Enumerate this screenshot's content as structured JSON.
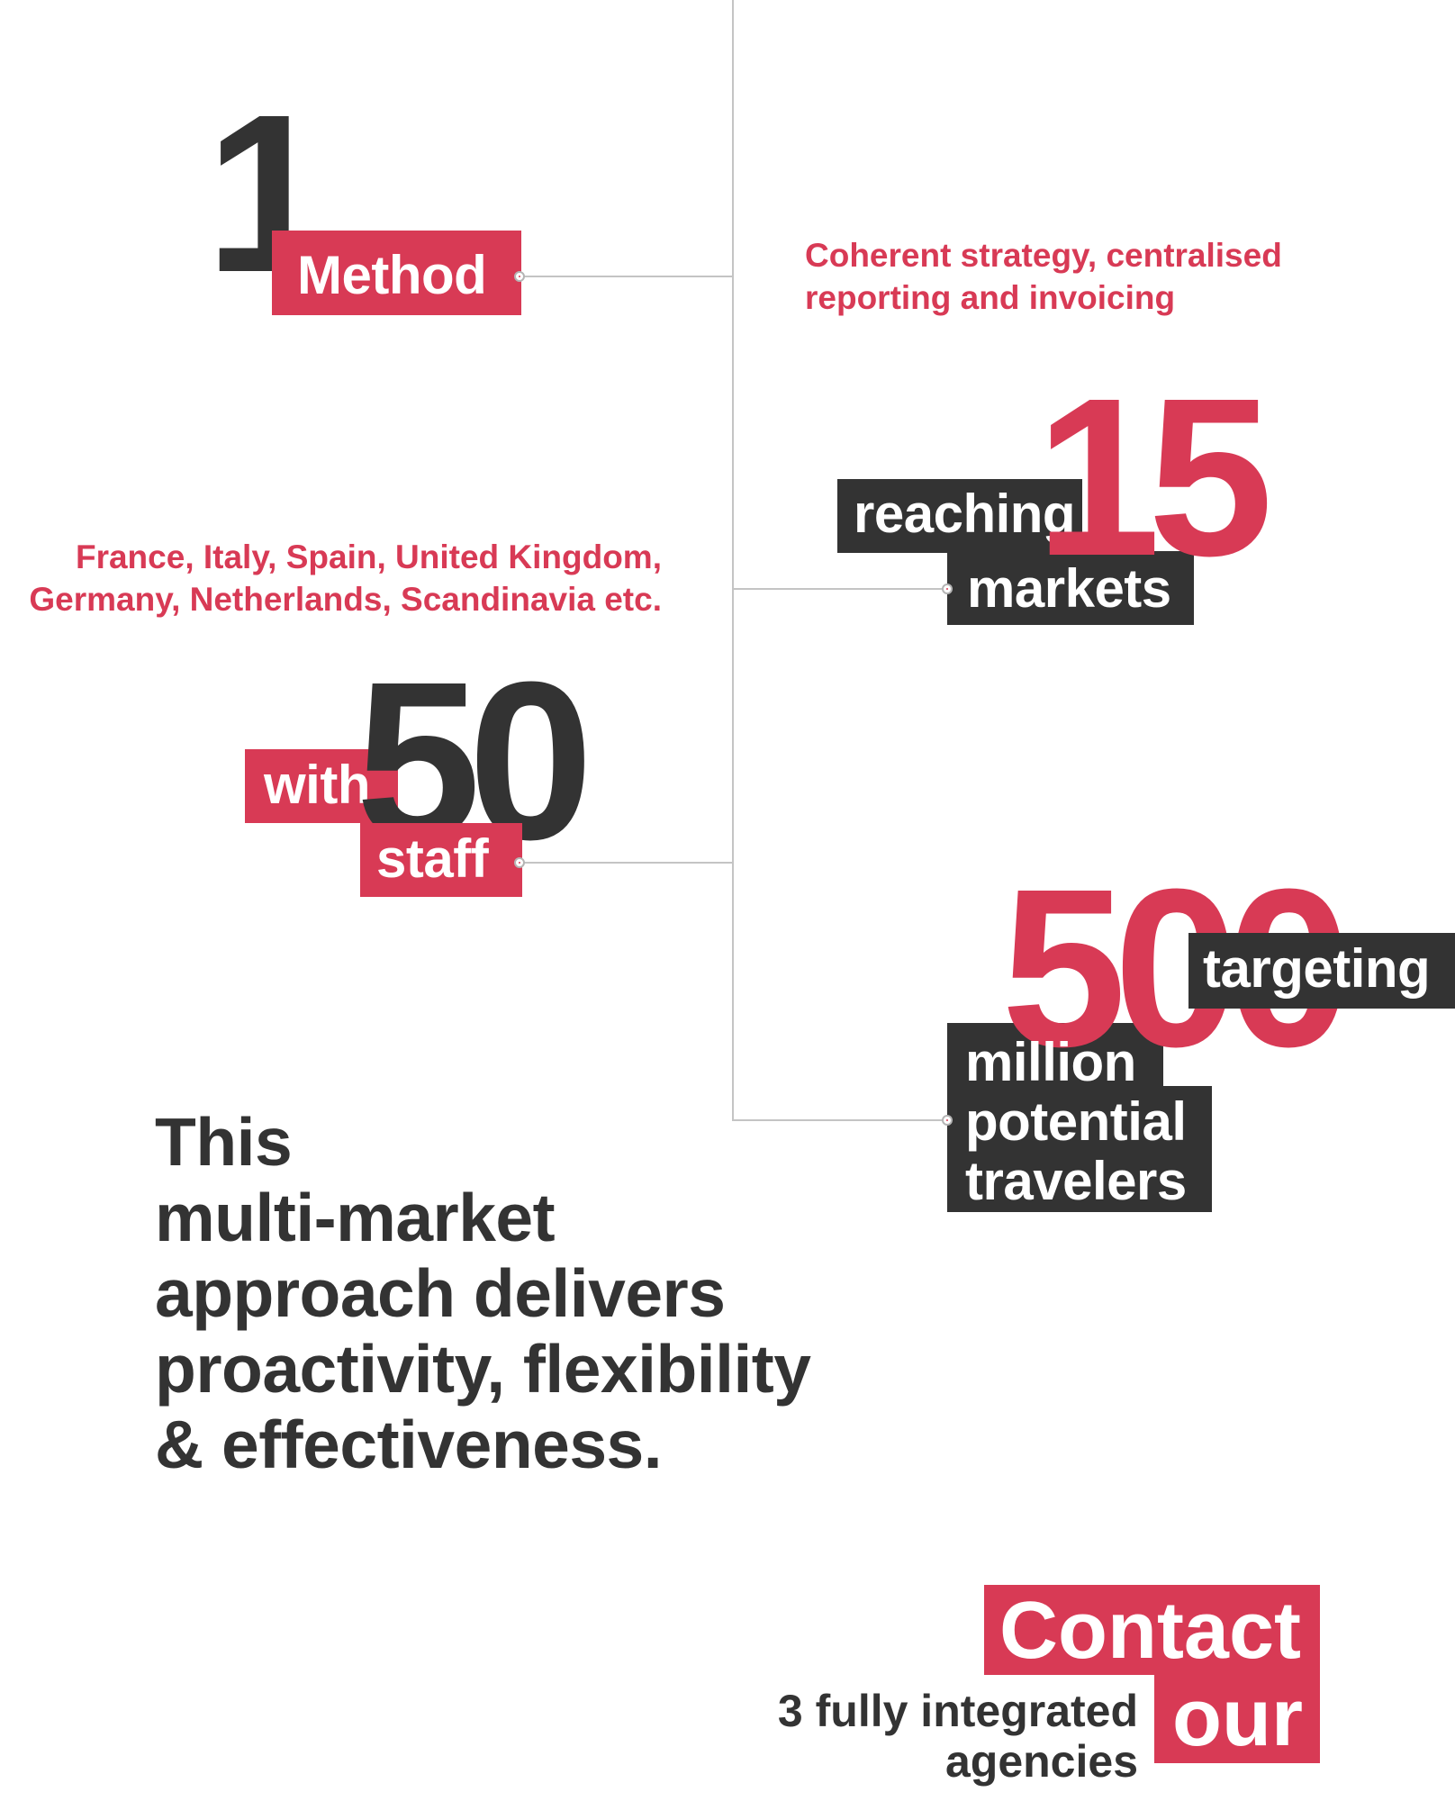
{
  "colors": {
    "accent_red": "#d83a55",
    "dark": "#333333",
    "line_gray": "#c4c4c4",
    "background": "#ffffff"
  },
  "method": {
    "number": "1",
    "label": "Method",
    "description_lines": [
      "Coherent strategy, centralised",
      "reporting and invoicing"
    ]
  },
  "markets": {
    "number": "15",
    "prefix": "reaching",
    "label": "markets",
    "description_lines": [
      "France, Italy, Spain, United Kingdom,",
      "Germany, Netherlands, Scandinavia etc."
    ]
  },
  "staff": {
    "number": "50",
    "prefix": "with",
    "label": "staff"
  },
  "travelers": {
    "number": "500",
    "prefix": "targeting",
    "label_lines": [
      "million",
      "potential",
      "travelers"
    ]
  },
  "headline": {
    "lines": [
      "This",
      "multi-market",
      "approach delivers",
      "proactivity, flexibility",
      "& effectiveness."
    ]
  },
  "contact": {
    "line1": "Contact",
    "line2": "our",
    "agencies_lines": [
      "3 fully integrated",
      "agencies"
    ]
  }
}
